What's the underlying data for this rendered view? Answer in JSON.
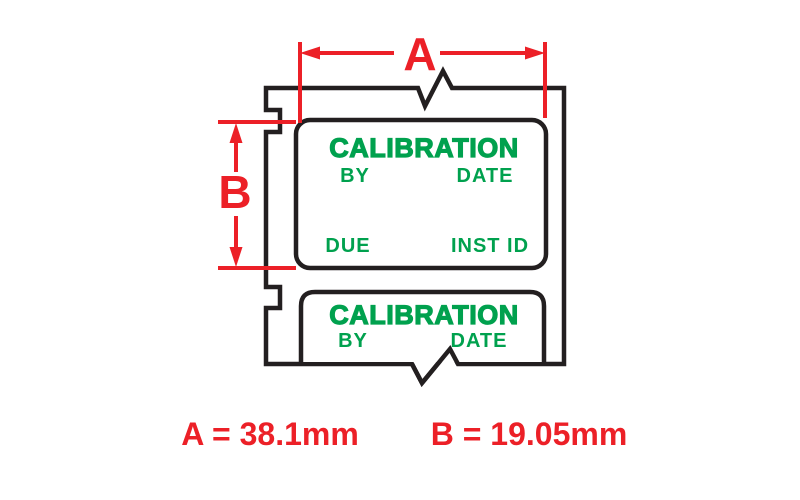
{
  "figure": {
    "labels": [
      {
        "title": "CALIBRATION",
        "by": "BY",
        "date": "DATE",
        "due": "DUE",
        "inst_id": "INST ID"
      },
      {
        "title": "CALIBRATION",
        "by": "BY",
        "date": "DATE"
      }
    ],
    "dimension_a": {
      "letter": "A",
      "result": "A = 38.1mm"
    },
    "dimension_b": {
      "letter": "B",
      "result": "B = 19.05mm"
    },
    "colors": {
      "dimension_red": "#EC2027",
      "label_green": "#00A14E",
      "outline_black": "#231F20"
    }
  }
}
